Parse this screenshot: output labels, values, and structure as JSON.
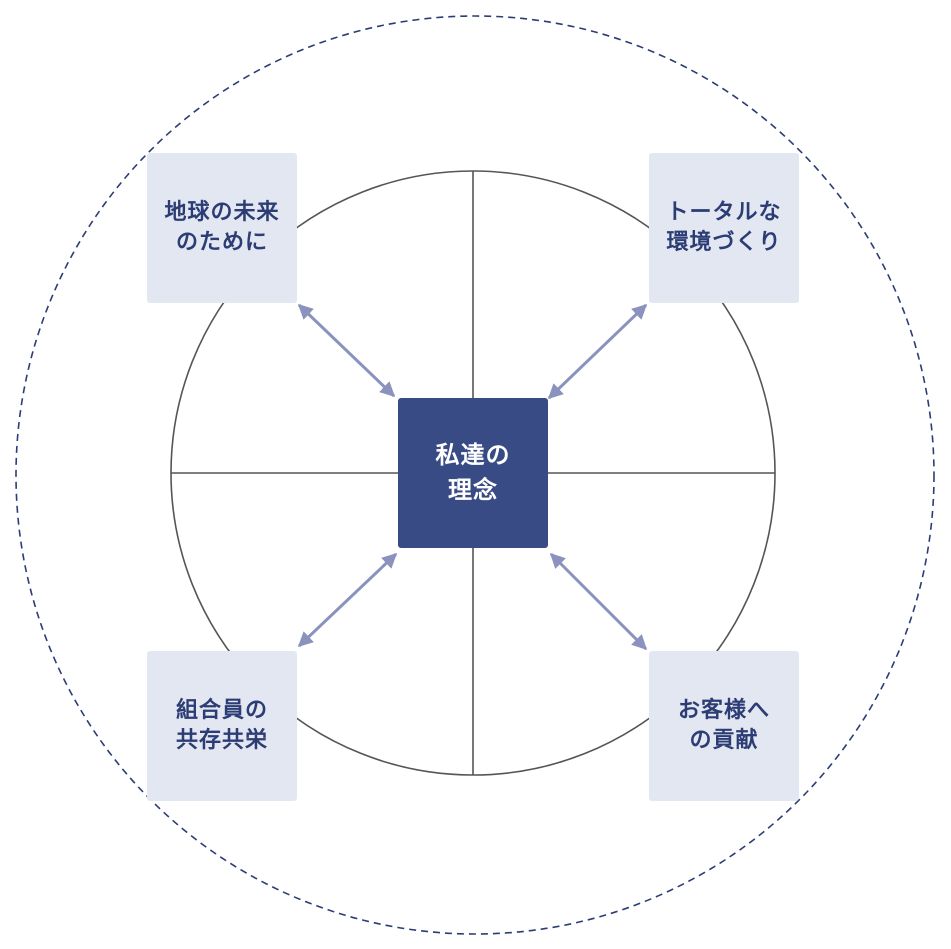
{
  "center": {
    "line1": "私達の",
    "line2": "理念"
  },
  "nodes": {
    "top_left": {
      "line1": "地球の未来",
      "line2": "のために"
    },
    "top_right": {
      "line1": "トータルな",
      "line2": "環境づくり"
    },
    "bottom_left": {
      "line1": "組合員の",
      "line2": "共存共栄"
    },
    "bottom_right": {
      "line1": "お客様へ",
      "line2": "の貢献"
    }
  },
  "colors": {
    "center_fill": "#394b85",
    "center_text": "#ffffff",
    "node_fill": "#e3e7f1",
    "node_text": "#2c3d75",
    "arrow": "#8a92bd",
    "inner_circle": "#555555",
    "outer_dashed_circle": "#2c3d75"
  }
}
